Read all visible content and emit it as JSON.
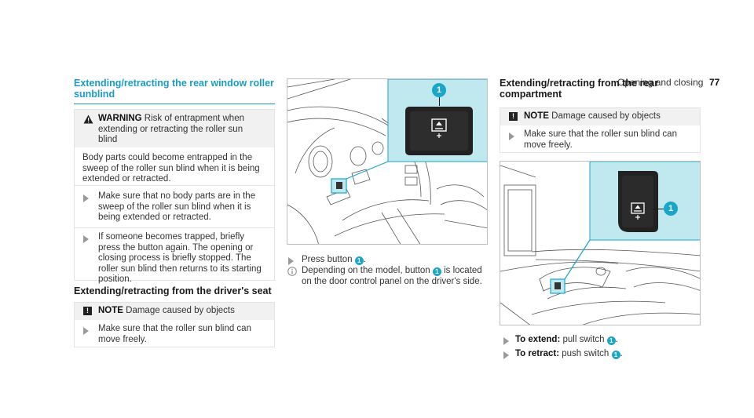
{
  "header": {
    "section": "Opening and closing",
    "page": "77"
  },
  "col1": {
    "heading": "Extending/retracting the rear window roller sunblind",
    "warning": {
      "label": "WARNING",
      "text": "Risk of entrapment when extending or retracting the roller sun blind"
    },
    "body": "Body parts could become entrapped in the sweep of the roller sun blind when it is being extended or retracted.",
    "steps": [
      "Make sure that no body parts are in the sweep of the roller sun blind when it is being extended or retracted.",
      "If someone becomes trapped, briefly press the button again. The opening or closing process is briefly stopped. The roller sun blind then returns to its starting position."
    ],
    "subheading": "Extending/retracting from the driver's seat",
    "note": {
      "label": "NOTE",
      "text": "Damage caused by objects"
    },
    "note_step": "Make sure that the roller sun blind can move freely."
  },
  "col2": {
    "callout": "1",
    "step": "Press button",
    "step_num": "1",
    "info_a": "Depending on the model, button",
    "info_num": "1",
    "info_b": "is located on the door control panel on the driver's side."
  },
  "col3": {
    "heading": "Extending/retracting from the rear compartment",
    "note": {
      "label": "NOTE",
      "text": "Damage caused by objects"
    },
    "note_step": "Make sure that the roller sun blind can move freely.",
    "callout": "1",
    "extend_label": "To extend:",
    "extend_text": "pull switch",
    "extend_num": "1",
    "retract_label": "To retract:",
    "retract_text": "push switch",
    "retract_num": "1"
  },
  "colors": {
    "accent": "#1a9cc4",
    "callout": "#1aa6c9",
    "inset_bg": "#bfe9ef"
  },
  "icons": [
    "warning-icon",
    "note-icon",
    "step-arrow-icon",
    "info-icon",
    "sunblind-button-icon"
  ]
}
